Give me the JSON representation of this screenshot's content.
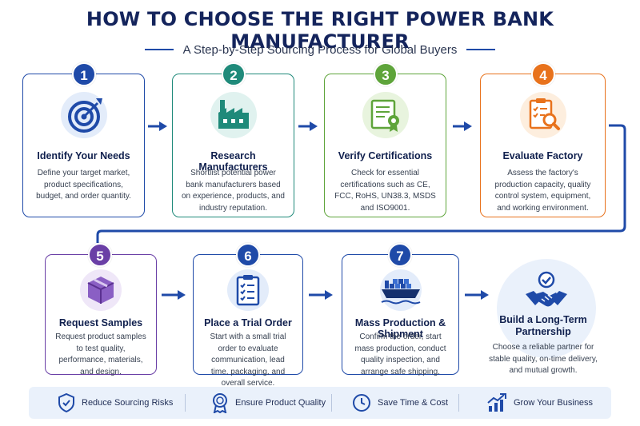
{
  "title": "HOW TO CHOOSE THE RIGHT POWER BANK MANUFACTURER",
  "subtitle": "A Step-by-Step Sourcing Process for Global Buyers",
  "steps": [
    {
      "number": "1",
      "title": "Identify Your Needs",
      "description": "Define your target market, product specifications, budget, and order quantity.",
      "color": "#1f4aa8",
      "icon": "target-icon"
    },
    {
      "number": "2",
      "title": "Research Manufacturers",
      "description": "Shortlist potential power bank manufacturers based on experience, products, and industry reputation.",
      "color": "#1f8a7a",
      "icon": "factory-icon"
    },
    {
      "number": "3",
      "title": "Verify Certifications",
      "description": "Check for essential certifications such as CE, FCC, RoHS, UN38.3, MSDS and ISO9001.",
      "color": "#5ea43a",
      "icon": "certificate-icon"
    },
    {
      "number": "4",
      "title": "Evaluate Factory",
      "description": "Assess the factory's production capacity, quality control system, equipment, and working environment.",
      "color": "#e8721c",
      "icon": "clipboard-search-icon"
    },
    {
      "number": "5",
      "title": "Request Samples",
      "description": "Request product samples to test quality, performance, materials, and design.",
      "color": "#6a3fa6",
      "icon": "box-icon"
    },
    {
      "number": "6",
      "title": "Place a Trial Order",
      "description": "Start with a small trial order to evaluate communication, lead time, packaging, and overall service.",
      "color": "#1f4aa8",
      "icon": "checklist-icon"
    },
    {
      "number": "7",
      "title": "Mass Production & Shipment",
      "description": "Confirm the order, start mass production, conduct quality inspection, and arrange safe shipping.",
      "color": "#1f4aa8",
      "icon": "ship-icon"
    }
  ],
  "final": {
    "title": "Build a Long-Term Partnership",
    "description": "Choose a reliable partner for stable quality, on-time delivery, and mutual growth.",
    "icon": "handshake-icon"
  },
  "benefits": [
    {
      "label": "Reduce Sourcing Risks",
      "icon": "shield-check-icon"
    },
    {
      "label": "Ensure Product Quality",
      "icon": "award-icon"
    },
    {
      "label": "Save Time & Cost",
      "icon": "clock-icon"
    },
    {
      "label": "Grow Your Business",
      "icon": "growth-chart-icon"
    }
  ]
}
